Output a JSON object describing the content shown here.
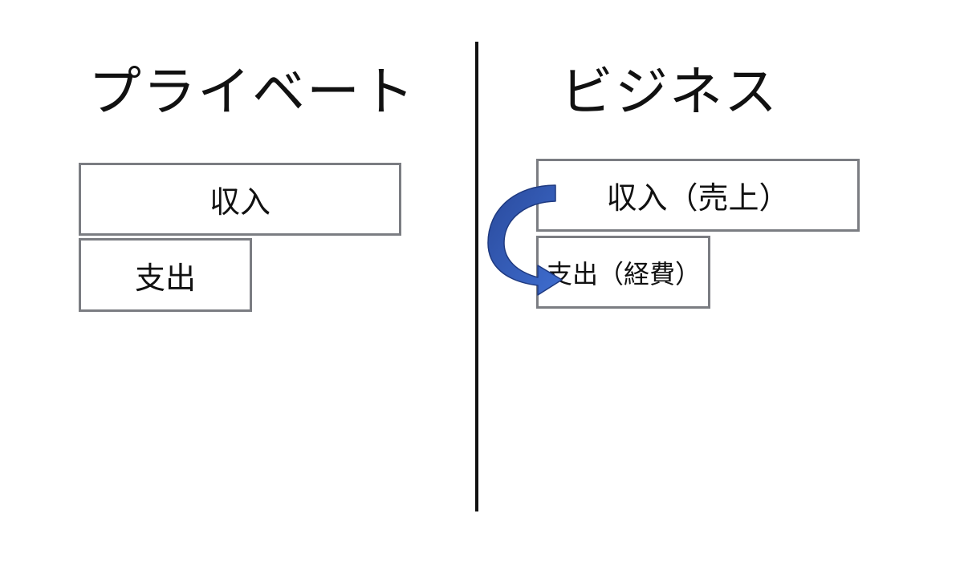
{
  "private": {
    "heading": "プライベート",
    "income_label": "収入",
    "expense_label": "支出"
  },
  "business": {
    "heading": "ビジネス",
    "income_label": "収入（売上）",
    "expense_label": "支出（経費）"
  },
  "colors": {
    "divider": "#111111",
    "box_border": "#7b7d82",
    "arrow_fill_start": "#2a4a9c",
    "arrow_fill_end": "#3f6ed0"
  },
  "icons": {
    "arrow": "curved-arrow-icon"
  }
}
